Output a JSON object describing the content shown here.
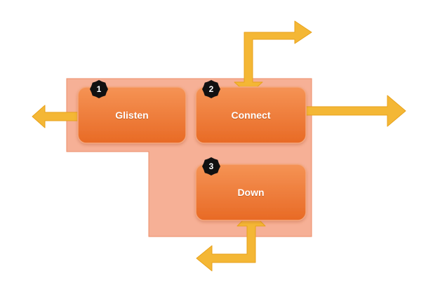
{
  "colors": {
    "region_fill": "#f6b096",
    "region_stroke": "#ec8e68",
    "box_top": "#f59355",
    "box_bottom": "#e86a25",
    "box_stroke": "#f4a77e",
    "arrow_fill": "#f4b735",
    "arrow_stroke": "#e8a21c",
    "badge_fill": "#111111"
  },
  "diagram": {
    "nodes": [
      {
        "id": "glisten",
        "label": "Glisten",
        "badge": "1"
      },
      {
        "id": "connect",
        "label": "Connect",
        "badge": "2"
      },
      {
        "id": "down",
        "label": "Down",
        "badge": "3"
      }
    ],
    "arrows": [
      {
        "name": "glisten-arrow",
        "icon": "double-arrow-icon"
      },
      {
        "name": "connect-horizontal-arrow",
        "icon": "double-arrow-icon"
      },
      {
        "name": "connect-up-right-arrow",
        "icon": "bent-double-arrow-icon"
      },
      {
        "name": "down-down-left-arrow",
        "icon": "bent-double-arrow-icon"
      }
    ]
  }
}
